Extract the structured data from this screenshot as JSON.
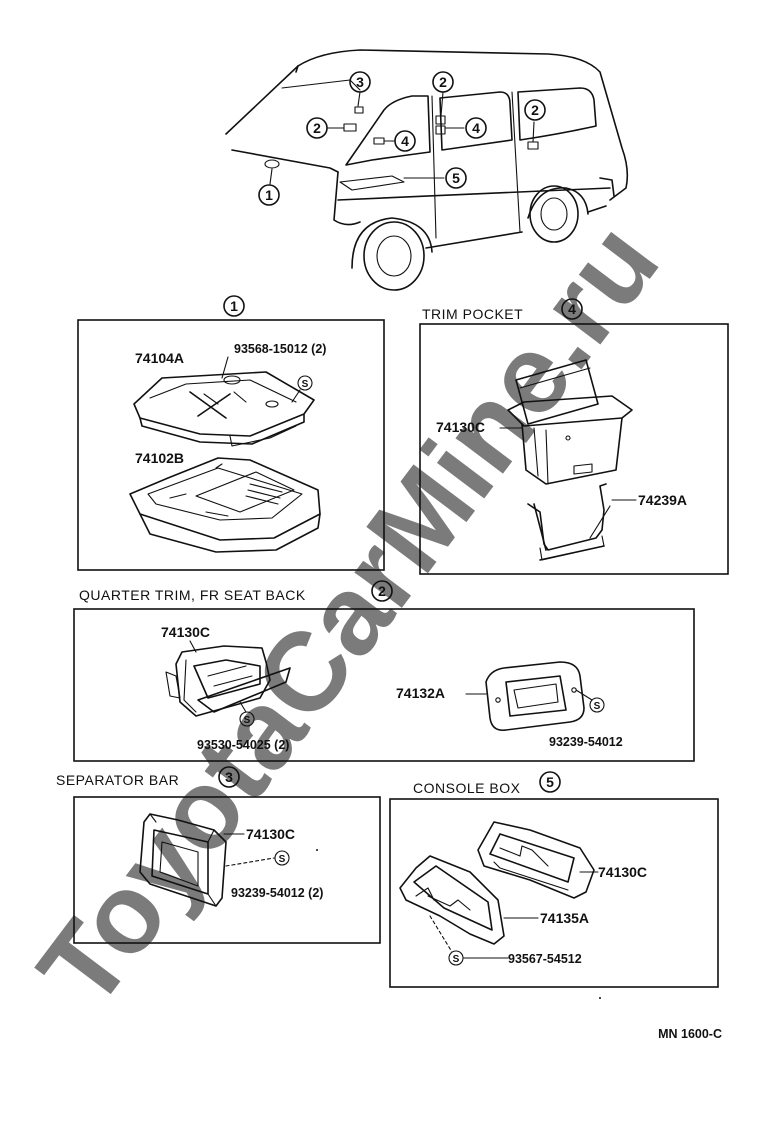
{
  "watermark": "ToyotaCarMine.ru",
  "overview": {
    "callouts": [
      "3",
      "2",
      "4",
      "2",
      "4",
      "2",
      "1",
      "5"
    ]
  },
  "panel1": {
    "number": "1",
    "part_top": "74104A",
    "part_bottom": "74102B",
    "screw_label": "93568-15012 (2)",
    "screw_symbol": "S"
  },
  "panel4": {
    "title": "TRIM  POCKET",
    "number": "4",
    "part_a": "74130C",
    "part_b": "74239A"
  },
  "panel2": {
    "title": "QUARTER  TRIM,  FR  SEAT  BACK",
    "number": "2",
    "part_a": "74130C",
    "part_b": "74132A",
    "screw_a_label": "93530-54025 (2)",
    "screw_b_label": "93239-54012",
    "screw_symbol": "S"
  },
  "panel3": {
    "title": "SEPARATOR  BAR",
    "number": "3",
    "part_a": "74130C",
    "screw_label": "93239-54012 (2)",
    "screw_symbol": "S"
  },
  "panel5": {
    "title": "CONSOLE BOX",
    "number": "5",
    "part_a": "74130C",
    "part_b": "74135A",
    "screw_label": "93567-54512",
    "screw_symbol": "S"
  },
  "footer": {
    "code": "MN  1600-C"
  }
}
